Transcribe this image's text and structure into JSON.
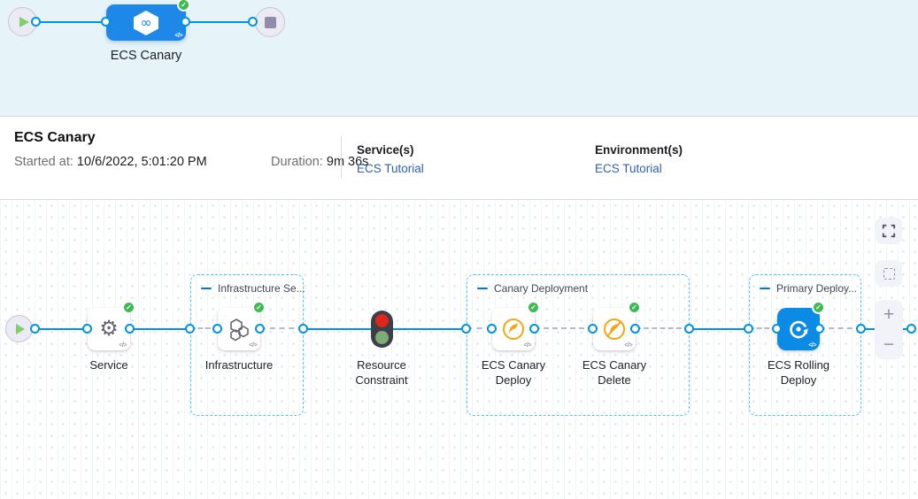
{
  "colors": {
    "accent_blue": "#0278d5",
    "line_blue": "#0092e4",
    "node_blue": "#1d88e8",
    "success_green": "#3eba52",
    "canary_amber": "#f6a60d",
    "constraint_red": "#e0261a",
    "constraint_green": "#7bad74",
    "topband_bg": "#e6f3f9"
  },
  "mini_pipeline": {
    "stage_label": "ECS Canary",
    "status": "success"
  },
  "details": {
    "title": "ECS Canary",
    "started_label": "Started at:",
    "started_value": " 10/6/2022, 5:01:20 PM",
    "duration_label": "Duration: ",
    "duration_value": "9m 36s",
    "services_label": "Service(s)",
    "services_value": "ECS Tutorial",
    "environments_label": "Environment(s)",
    "environments_value": "ECS Tutorial"
  },
  "graph": {
    "groups": {
      "infrastructure": {
        "label": "Infrastructure Se..."
      },
      "canary": {
        "label": "Canary Deployment"
      },
      "primary": {
        "label": "Primary Deploy..."
      }
    },
    "nodes": {
      "service": {
        "label": "Service",
        "status": "success"
      },
      "infrastructure": {
        "label": "Infrastructure",
        "status": "success"
      },
      "resource_constraint": {
        "label": "Resource Constraint"
      },
      "canary_deploy": {
        "label": "ECS Canary Deploy",
        "status": "success"
      },
      "canary_delete": {
        "label": "ECS Canary Delete",
        "status": "success"
      },
      "rolling_deploy": {
        "label": "ECS Rolling Deploy",
        "status": "success"
      }
    }
  },
  "icons": {
    "code": "</>",
    "check": "✓",
    "zoom_in": "+",
    "zoom_out": "−"
  }
}
